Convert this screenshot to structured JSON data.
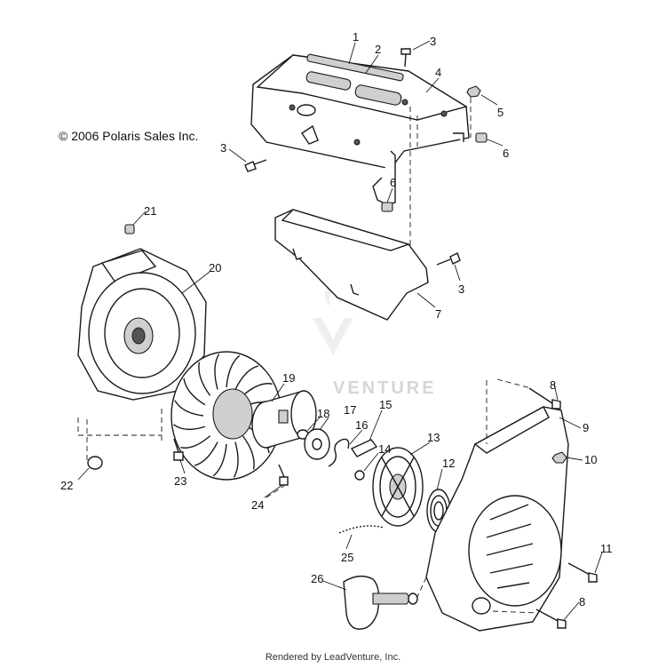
{
  "copyright": "© 2006 Polaris Sales Inc.",
  "footer": "Rendered by LeadVenture, Inc.",
  "watermark": "VENTURE",
  "callouts": {
    "c1": "1",
    "c2": "2",
    "c3a": "3",
    "c3b": "3",
    "c3c": "3",
    "c4": "4",
    "c5": "5",
    "c6a": "6",
    "c6b": "6",
    "c7": "7",
    "c8a": "8",
    "c8b": "8",
    "c9": "9",
    "c10": "10",
    "c11": "11",
    "c12": "12",
    "c13": "13",
    "c14": "14",
    "c15": "15",
    "c16": "16",
    "c17": "17",
    "c18": "18",
    "c19": "19",
    "c20": "20",
    "c21": "21",
    "c22": "22",
    "c23": "23",
    "c24": "24",
    "c25": "25",
    "c26": "26"
  }
}
